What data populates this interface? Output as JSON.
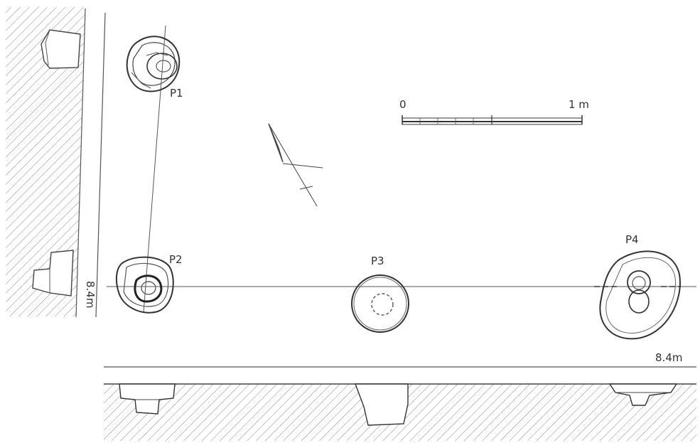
{
  "labels": {
    "p1": "P1",
    "p2": "P2",
    "p3": "P3",
    "p4": "P4",
    "elevation_section": "8.4m",
    "elevation_plan": "8.4m"
  },
  "scale_bar": {
    "start": "0",
    "end": "1 m"
  },
  "colors": {
    "ink": "#333333",
    "hatch": "#888888",
    "background": "#ffffff"
  }
}
